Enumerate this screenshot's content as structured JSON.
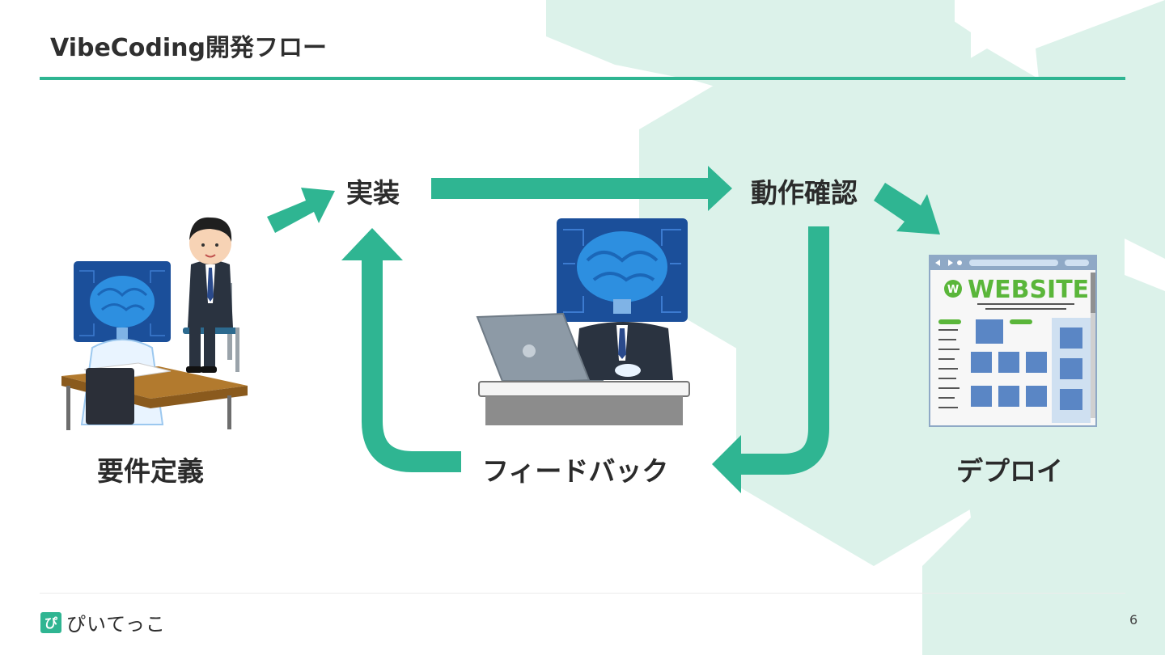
{
  "slide": {
    "title": "VibeCoding開発フロー",
    "page_number": "6"
  },
  "steps": {
    "requirements": "要件定義",
    "implementation": "実装",
    "verification": "動作確認",
    "feedback": "フィードバック",
    "deploy": "デプロイ"
  },
  "website_illustration": {
    "heading": "WEBSITE",
    "logo_letter": "W"
  },
  "brand": {
    "name": "ぴいてっこ",
    "logo_letter": "ぴ"
  },
  "colors": {
    "accent": "#2fb592",
    "background_pattern": "#dcf2ea",
    "brain": "#2d8fe0",
    "monitor": "#1b4f9a"
  }
}
